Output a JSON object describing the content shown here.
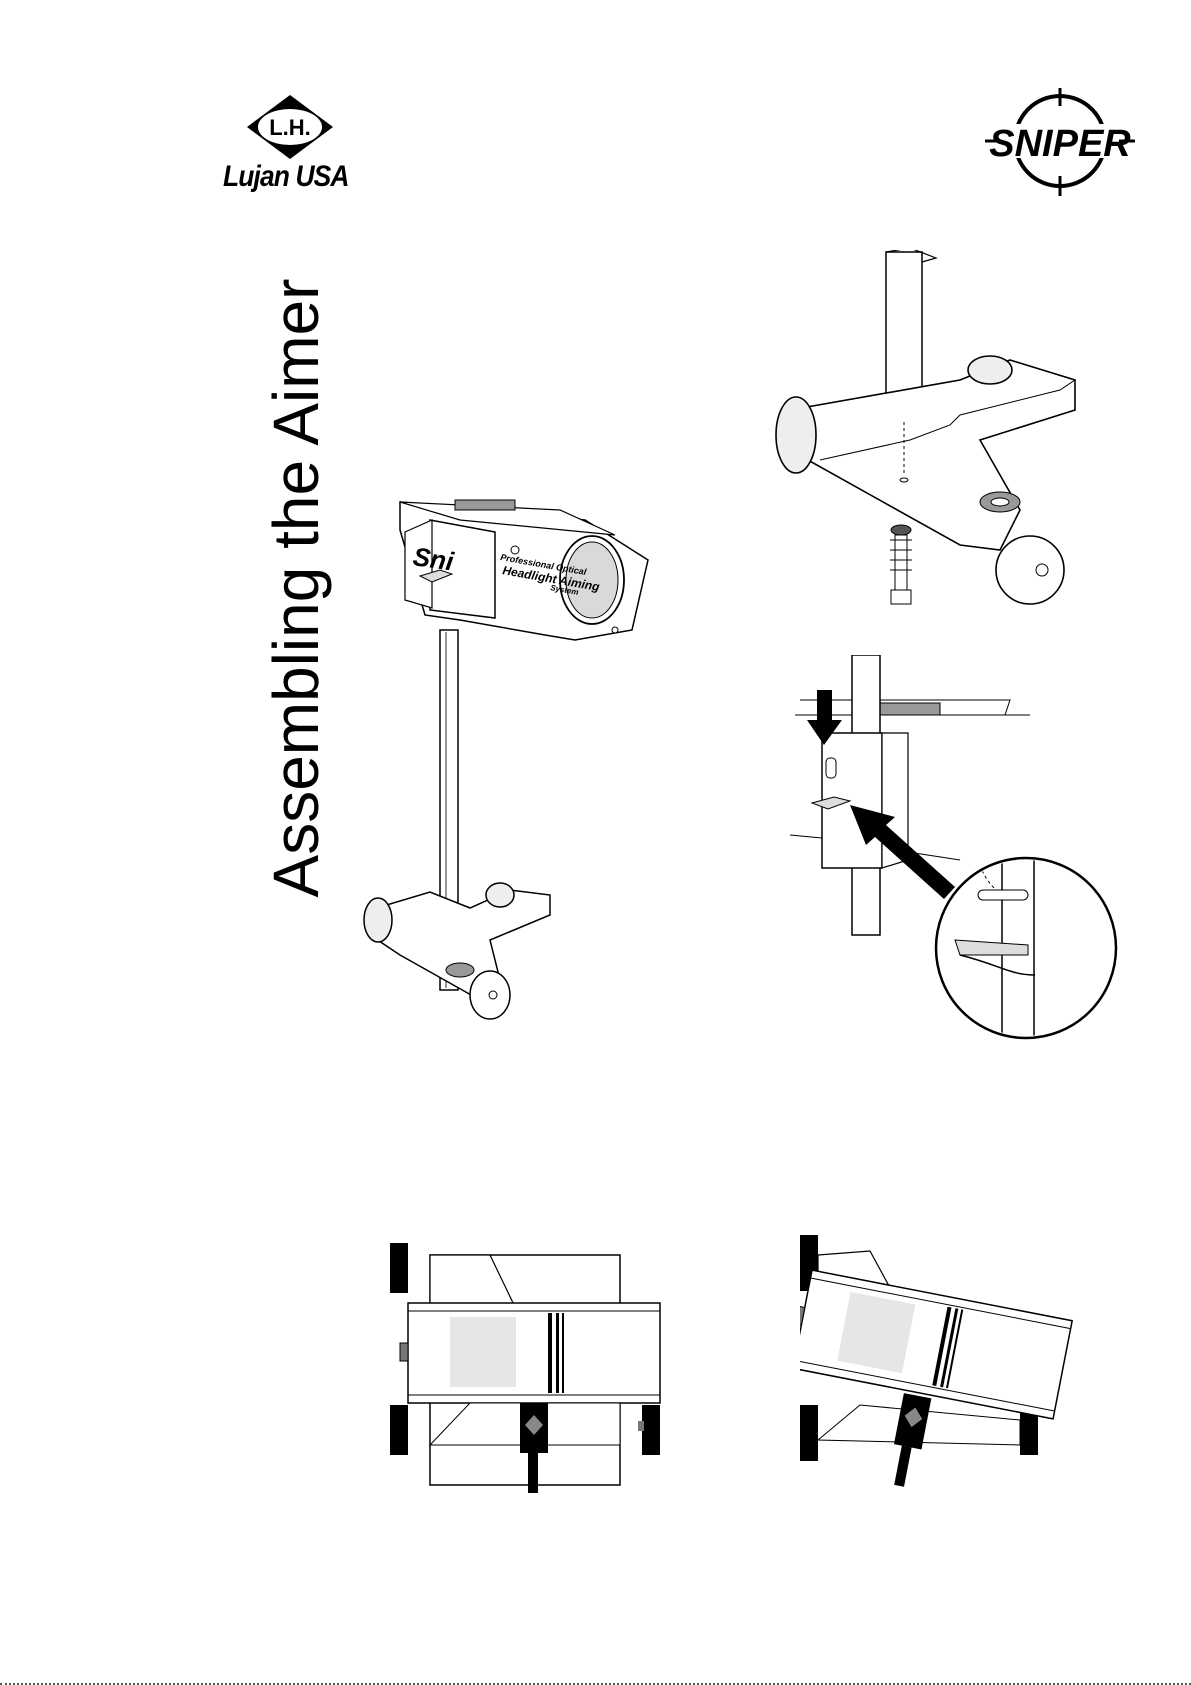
{
  "header": {
    "left_logo": {
      "badge_text": "L.H.",
      "brand_text": "Lujan USA"
    },
    "right_logo": {
      "wordmark": "SNIPER"
    }
  },
  "title": "Assembling the Aimer",
  "main_illustration": {
    "label_line1": "Professional Optical",
    "label_line2": "Headlight Aiming",
    "label_line3": "System",
    "logo_fragment": "Sni"
  },
  "icons": {
    "down_arrow": "arrow-down-icon",
    "diagonal_arrow": "arrow-up-left-icon"
  },
  "colors": {
    "ink": "#000000",
    "panel": "#f2f2f2",
    "lens": "#d9d9d9",
    "accent_gray": "#777777"
  }
}
